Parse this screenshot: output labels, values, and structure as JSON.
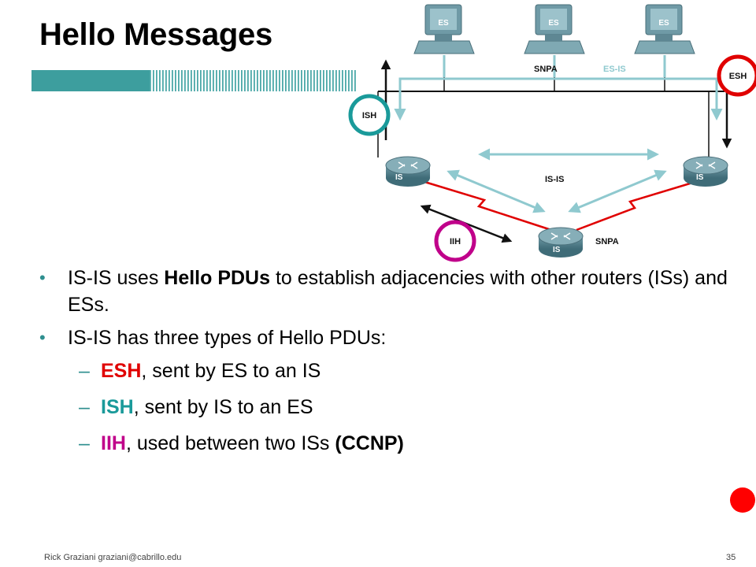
{
  "slide": {
    "title": "Hello Messages",
    "footer": "Rick Graziani  graziani@cabrillo.edu",
    "page_number": "35"
  },
  "diagram": {
    "es_label": "ES",
    "is_label": "IS",
    "snpa_top": "SNPA",
    "esis_label": "ES-IS",
    "isis_label": "IS-IS",
    "snpa_bottom": "SNPA",
    "esh": "ESH",
    "ish": "ISH",
    "iih": "IIH"
  },
  "bullets": [
    {
      "pre": "IS-IS uses ",
      "bold": "Hello PDUs",
      "post": " to establish adjacencies  with other routers (ISs) and ESs."
    },
    {
      "text": "IS-IS has three types of Hello PDUs:"
    }
  ],
  "subbullets": [
    {
      "dash": "–",
      "key": "ESH",
      "color": "#e00000",
      "rest": ", sent by ES to an IS",
      "extra": ""
    },
    {
      "dash": "–",
      "key": "ISH",
      "color": "#1a9a9a",
      "rest": ", sent by IS to an ES",
      "extra": ""
    },
    {
      "dash": "–",
      "key": "IIH",
      "color": "#c0008a",
      "rest": ", used between two ISs ",
      "extra": "(CCNP)"
    }
  ],
  "colors": {
    "accent_teal": "#2f8f8f",
    "esh_red": "#e00000",
    "ish_teal": "#1a9a9a",
    "iih_magenta": "#c0008a",
    "wan_red": "#e00000",
    "arrow_lightblue": "#8fc9cf"
  }
}
